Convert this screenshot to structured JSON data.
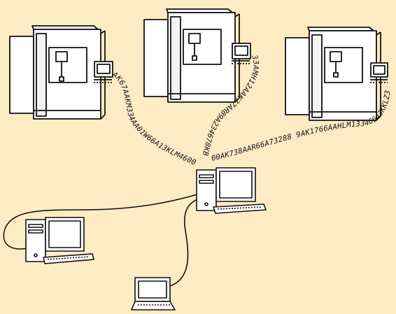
{
  "background": "#fdebc4",
  "line_color": "#111111",
  "fill_color": "#ffffff",
  "icons": {
    "machines": [
      "cnc-machine-icon",
      "cnc-machine-icon",
      "cnc-machine-icon"
    ],
    "server": "desktop-computer-icon",
    "client": "desktop-computer-icon",
    "laptop": "laptop-icon"
  },
  "streams": {
    "left": "AK67AAKM334AA01W66A13KLM4600",
    "middle": "33AMH12AAK77AR89A234678KB",
    "right": "00AK738AAR66A73288 9AK1766AAHLM13346643KKLZ3"
  }
}
